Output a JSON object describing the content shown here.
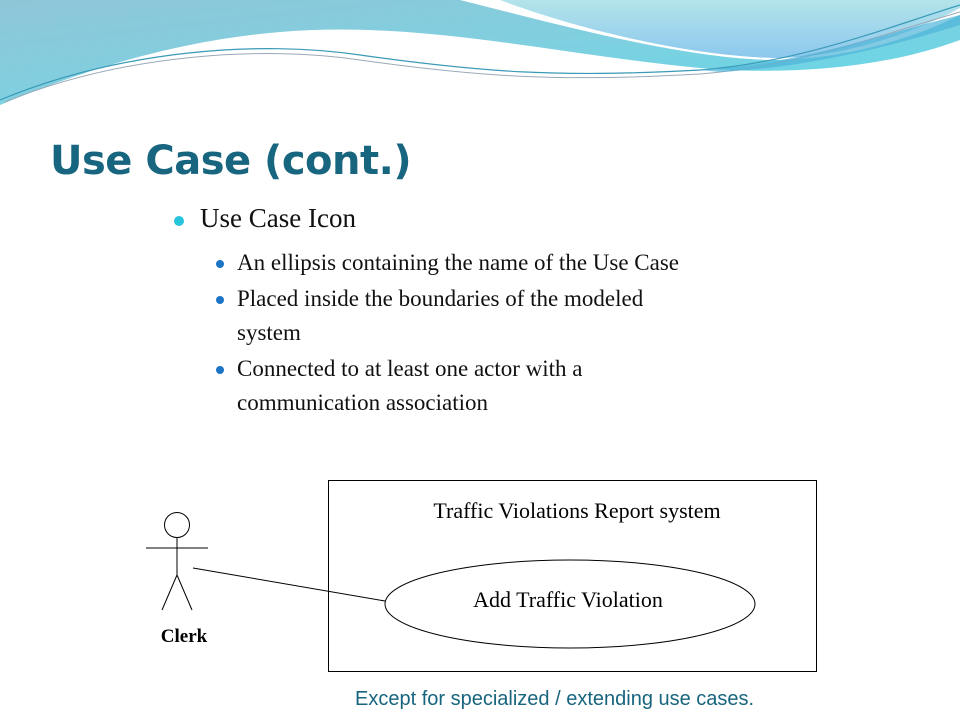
{
  "slide": {
    "title": "Use Case (cont.)",
    "bullets": [
      {
        "label": "Use Case Icon",
        "children": [
          {
            "line1": "An ellipsis containing the name of the Use Case",
            "line2": ""
          },
          {
            "line1": "Placed inside the boundaries of the modeled",
            "line2": "system"
          },
          {
            "line1": "Connected to at least one actor with a",
            "line2": "communication association"
          }
        ]
      }
    ],
    "footnote": "Except for specialized / extending use cases."
  },
  "diagram": {
    "system_boundary_label": "Traffic Violations Report system",
    "use_case_label": "Add Traffic Violation",
    "actor_label": "Clerk"
  },
  "colors": {
    "title": "#17657e",
    "level1_bullet": "#27c4dc",
    "level2_bullet": "#1b75c4",
    "footnote": "#17657e"
  }
}
